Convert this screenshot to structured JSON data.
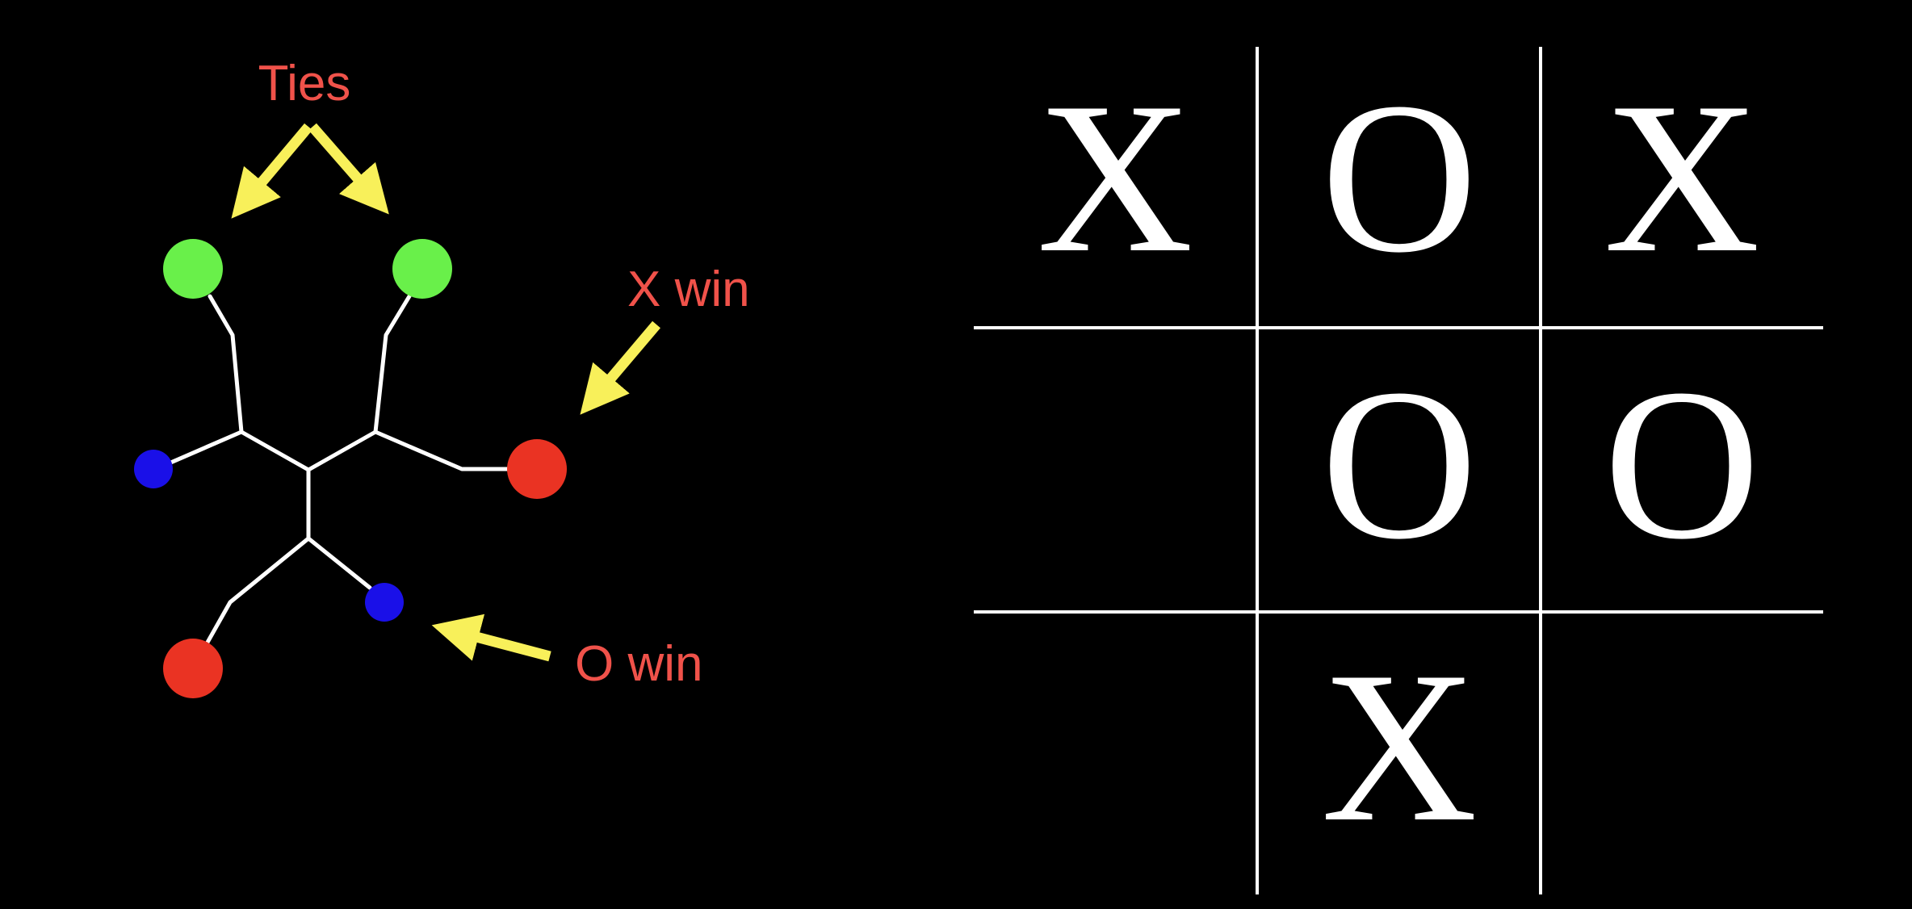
{
  "colors": {
    "background": "#000000",
    "edge": "#ffffff",
    "annotation_text": "#f0524a",
    "arrow": "#f8f05a",
    "tie_node": "#69f04a",
    "x_win_node": "#ea3323",
    "o_win_node": "#1a10e8",
    "board_lines": "#ffffff",
    "board_marks": "#ffffff"
  },
  "tree": {
    "labels": {
      "ties": "Ties",
      "x_win": "X win",
      "o_win": "O win"
    },
    "legend": {
      "tie": "tie_node",
      "x_win": "x_win_node",
      "o_win": "o_win_node"
    }
  },
  "board": {
    "cells": [
      [
        "X",
        "O",
        "X"
      ],
      [
        "",
        "O",
        "O"
      ],
      [
        "",
        "X",
        ""
      ]
    ]
  }
}
